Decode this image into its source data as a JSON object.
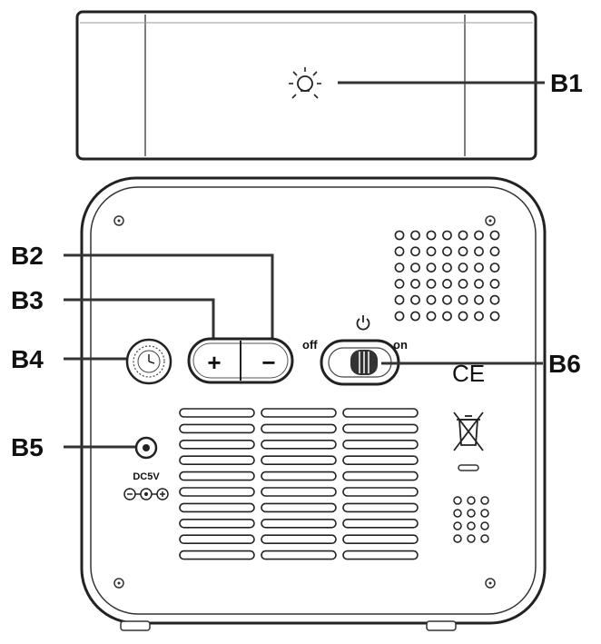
{
  "callouts": {
    "b1": "B1",
    "b2": "B2",
    "b3": "B3",
    "b4": "B4",
    "b5": "B5",
    "b6": "B6"
  },
  "buttons": {
    "plus": "+",
    "minus": "−"
  },
  "switch": {
    "off_label": "off",
    "on_label": "on"
  },
  "power_jack": {
    "label": "DC5V"
  },
  "marks": {
    "ce": "CE"
  },
  "icons": {
    "top_view": "light-bulb-icon",
    "power": "power-icon",
    "clock": "clock-icon",
    "polarity": "polarity-symbol-icon",
    "weee": "crossed-out-bin-icon"
  }
}
